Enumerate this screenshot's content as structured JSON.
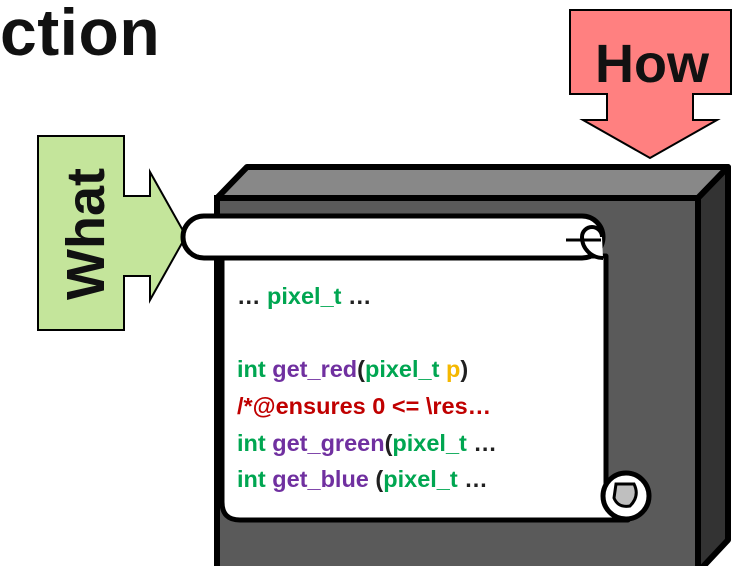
{
  "title": "ction",
  "labels": {
    "how": "How",
    "what": "What"
  },
  "code": {
    "line1": {
      "a": "… ",
      "b": "pixel_t",
      "c": " …"
    },
    "line2": {
      "a": "int ",
      "b": "get_red",
      "c": "(",
      "d": "pixel_t ",
      "e": "p",
      "f": ")"
    },
    "line3": "/*@ensures 0 <= \\res…",
    "line4": {
      "a": "int ",
      "b": "get_green",
      "c": "(",
      "d": "pixel_t",
      "e": " …"
    },
    "line5": {
      "a": "int ",
      "b": "get_blue",
      "c": " (",
      "d": "pixel_t",
      "e": " …"
    }
  },
  "colors": {
    "how_arrow": "#ff8080",
    "what_arrow": "#c4e59b",
    "box_front": "#5a5a5a",
    "box_top": "#888888",
    "box_side": "#333333",
    "scroll": "#ffffff",
    "scroll_curl": "#bfbfbf",
    "code_type": "#00a651",
    "code_function": "#7030a0",
    "code_param": "#f5b800",
    "code_contract": "#c00000"
  }
}
